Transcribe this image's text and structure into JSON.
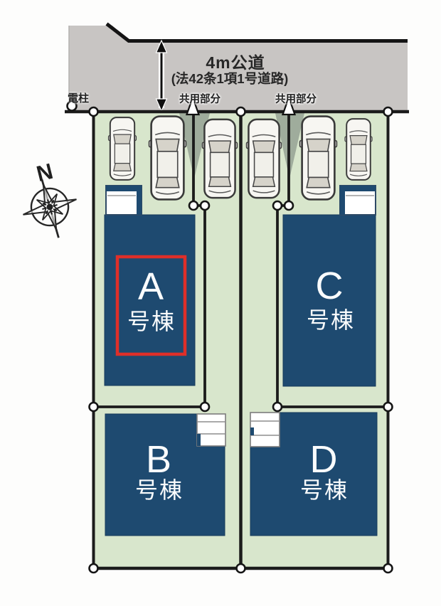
{
  "diagram_type": "residential-site-plan",
  "road": {
    "name": "4m公道",
    "regulation": "(法42条1項1号道路)"
  },
  "annotations": {
    "utility_pole": "電柱",
    "common_area_left": "共用部分",
    "common_area_right": "共用部分"
  },
  "compass": {
    "north_label": "N"
  },
  "buildings": [
    {
      "letter": "A",
      "suffix": "号棟",
      "highlighted": true
    },
    {
      "letter": "B",
      "suffix": "号棟",
      "highlighted": false
    },
    {
      "letter": "C",
      "suffix": "号棟",
      "highlighted": false
    },
    {
      "letter": "D",
      "suffix": "号棟",
      "highlighted": false
    }
  ],
  "parked_cars": 6,
  "colors": {
    "road_gray": "#c8c5c3",
    "lot_green": "#d8e6cc",
    "building_navy": "#1e4a70",
    "highlight_red": "#df2f29",
    "line_black": "#1c1c1c",
    "common_wedge_gray": "#95a193"
  },
  "icons": {
    "car": "car-top-view-icon",
    "compass": "compass-rose-icon",
    "boundary_marker": "survey-point-circle-icon",
    "dimension_arrow": "road-width-arrow-icon",
    "common_area_pointer": "up-arrow-marker-icon"
  }
}
